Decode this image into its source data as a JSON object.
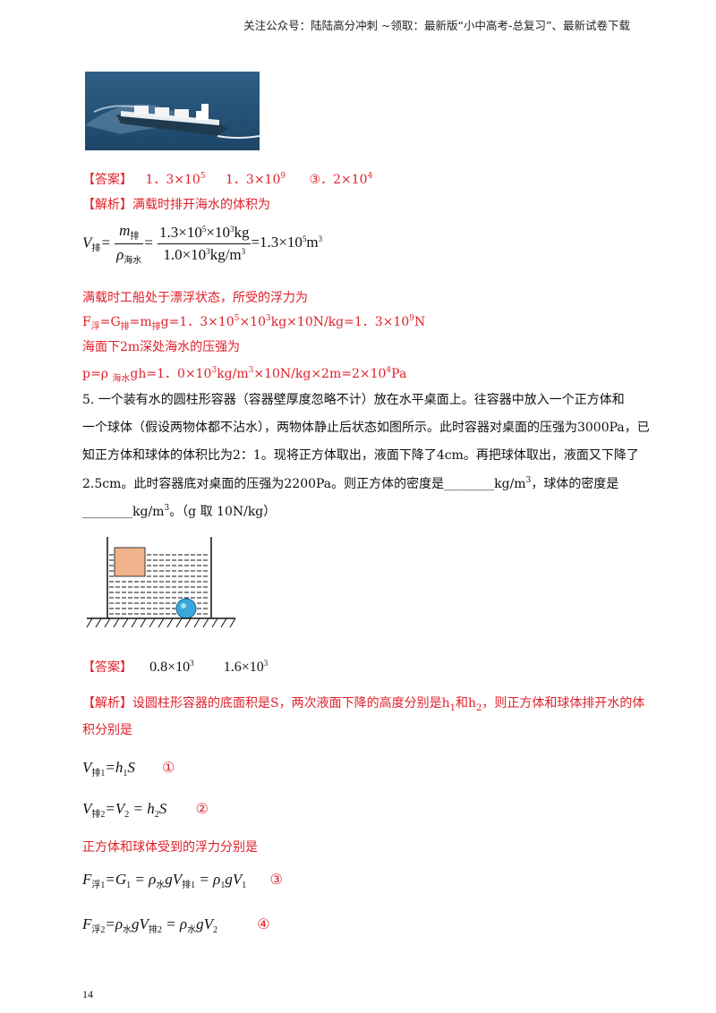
{
  "header": {
    "text": "关注公众号：陆陆高分冲刺  ~领取：最新版“小中高考-总复习”、最新试卷下载"
  },
  "q4": {
    "answer_label": "【答案】",
    "answer_vals": [
      "1．3×10",
      "5",
      "1．3×10",
      "9",
      "③．2×10",
      "4"
    ],
    "analysis_label": "【解析】",
    "analysis_intro": "满载时排开海水的体积为",
    "formula_v": {
      "lhs": "V",
      "lhs_sub": "排",
      "eq": "=",
      "num1": "m",
      "num1_sub": "排",
      "den1": "ρ",
      "den1_sub": "海水",
      "num2": "1.3×10",
      "num2_e1": "5",
      "num2_mid": "×10",
      "num2_e2": "3",
      "num2_unit": "kg",
      "den2": "1.0×10",
      "den2_e": "3",
      "den2_unit": "kg/m",
      "den2_ue": "3",
      "rhs": "=1.3×10",
      "rhs_e": "5",
      "rhs_unit": "m",
      "rhs_ue": "3"
    },
    "line2": "满载时工船处于漂浮状态，所受的浮力为",
    "line3": {
      "p1": "F",
      "s1": "浮",
      "p2": "=G",
      "s2": "排",
      "p3": "=m",
      "s3": "排",
      "p4": "g=1．3×10",
      "e1": "5",
      "p5": "×10",
      "e2": "3",
      "p6": "kg×10N/kg=1．3×10",
      "e3": "9",
      "p7": "N"
    },
    "line4": "海面下2m深处海水的压强为",
    "line5": {
      "p1": "p=ρ ",
      "s1": "海水",
      "p2": "gh=1．0×10",
      "e1": "3",
      "p3": "kg/m",
      "e2": "3",
      "p4": "×10N/kg×2m=2×10",
      "e3": "4",
      "p5": "Pa"
    }
  },
  "q5": {
    "lines": [
      "5. 一个装有水的圆柱形容器（容器壁厚度忽略不计）放在水平桌面上。往容器中放入一个正方体和",
      "一个球体（假设两物体都不沾水），两物体静止后状态如图所示。此时容器对桌面的压强为3000Pa，已",
      "知正方体和球体的体积比为2：1。现将正方体取出，液面下降了4cm。再把球体取出，液面又下降了"
    ],
    "line4_a": "2.5cm。此时容器底对桌面的压强为2200Pa。则正方体的密度是________kg/m",
    "line4_e": "3",
    "line4_b": "，球体的密度是",
    "line5_a": "________kg/m",
    "line5_e": "3",
    "line5_b": "。（g 取 10N/kg）",
    "answer_label": "【答案】",
    "ans1": "0.8×10",
    "ans1_e": "3",
    "ans2": "1.6×10",
    "ans2_e": "3",
    "analysis_label": "【解析】",
    "analysis_a": "设圆柱形容器的底面积是S，两次液面下降的高度分别是h",
    "analysis_s1": "1",
    "analysis_b": "和h",
    "analysis_s2": "2",
    "analysis_c": "，则正方体和球体排开水的体",
    "analysis_line2": "积分别是",
    "eq1": {
      "a": "V",
      "a_sub": "排1",
      "b": "=h",
      "b_sub": "1",
      "c": "S",
      "mark": "①"
    },
    "eq2": {
      "a": "V",
      "a_sub": "排2",
      "b": "=V",
      "b_sub": "2",
      "c": " = h",
      "c_sub": "2",
      "d": "S",
      "mark": "②"
    },
    "buoy_intro": "正方体和球体受到的浮力分别是",
    "eq3": {
      "a": "F",
      "a_sub": "浮1",
      "b": "=G",
      "b_sub": "1",
      "c": " = ρ",
      "c_sub": "水",
      "d": "gV",
      "d_sub": "排1",
      "e": " = ρ",
      "e_sub": "1",
      "f": "gV",
      "f_sub": "1",
      "mark": "③"
    },
    "eq4": {
      "a": "F",
      "a_sub": "浮2",
      "b": "=ρ",
      "b_sub": "水",
      "c": "gV",
      "c_sub": "排2",
      "d": " = ρ",
      "d_sub": "水",
      "e": "gV",
      "e_sub": "2",
      "mark": "④"
    }
  },
  "page_number": "14"
}
